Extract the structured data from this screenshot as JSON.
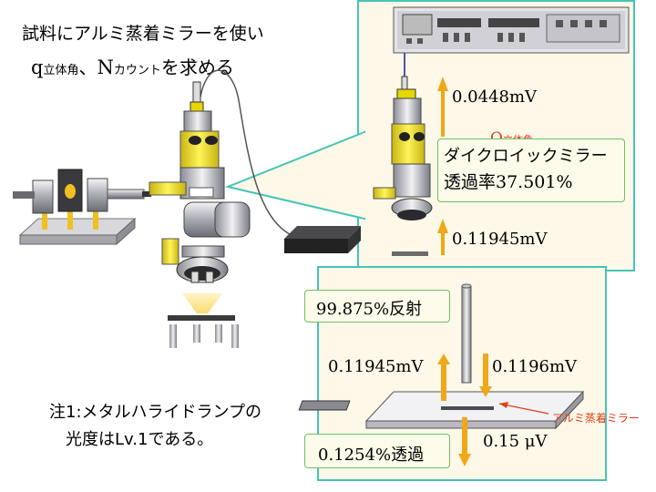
{
  "title": {
    "line1": "試料にアルミ蒸着ミラーを使い",
    "q_symbol": "q",
    "q_sub": "立体角",
    "separator": "、",
    "n_symbol": "N",
    "n_sub": "カウント",
    "tail": "を求める"
  },
  "top_panel": {
    "upper_value": "0.0448mV",
    "q_symbol": "Q",
    "q_sub": "立体角",
    "mirror_line1": "ダイクロイックミラー",
    "mirror_line2": "透過率37.501%",
    "lower_value": "0.11945mV"
  },
  "bottom_panel": {
    "reflect_label": "99.875%反射",
    "left_value": "0.11945mV",
    "right_value": "0.1196mV",
    "mirror_label": "アルミ蒸着ミラー",
    "transmit_label": "0.1254%透過",
    "transmit_value": "0.15 μV"
  },
  "note": {
    "line1": "注1:メタルハライドランプの",
    "line2": "光度はLv.1である。"
  },
  "colors": {
    "panel_border": "#46c4b8",
    "panel_bg": "#fdf8e8",
    "arrow": "#f0a818",
    "microscope_yellow": "#f2e13a",
    "accent_red": "#e0401a"
  }
}
